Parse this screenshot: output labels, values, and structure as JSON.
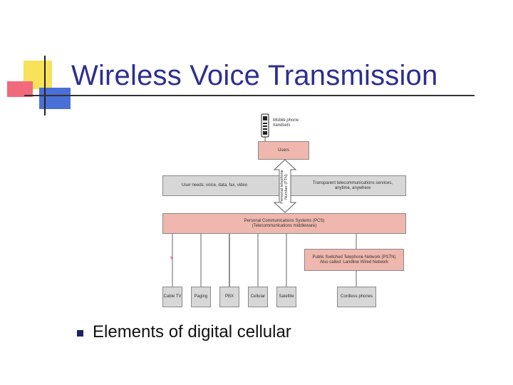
{
  "title": "Wireless Voice Transmission",
  "diagram": {
    "handset_label": "Mobile phone handsets",
    "users": "Users",
    "user_needs": "User needs: voice, data, fax, video",
    "transparent_services": "Transparent telecommunications services, anytime, anywhere",
    "personal_number": "Personal telephone Number (PTN)",
    "pcs_line1": "Personal Communications Systems (PCS)",
    "pcs_line2": "(Telecommunications middleware)",
    "question_mark": "?",
    "pstn_line1": "Public Switched Telephone Network (PSTN)",
    "pstn_line2": "Also called: Landline Wired Network",
    "endpoints": [
      "Cable TV",
      "Paging",
      "PBX",
      "Cellular",
      "Satellite",
      "Cordless phones"
    ]
  },
  "bullet": {
    "text": "Elements of digital cellular"
  },
  "colors": {
    "title": "#2e2f8f",
    "pink_box": "#efb7ad",
    "gray_box": "#d7d7d7",
    "bullet": "#1e2266"
  }
}
